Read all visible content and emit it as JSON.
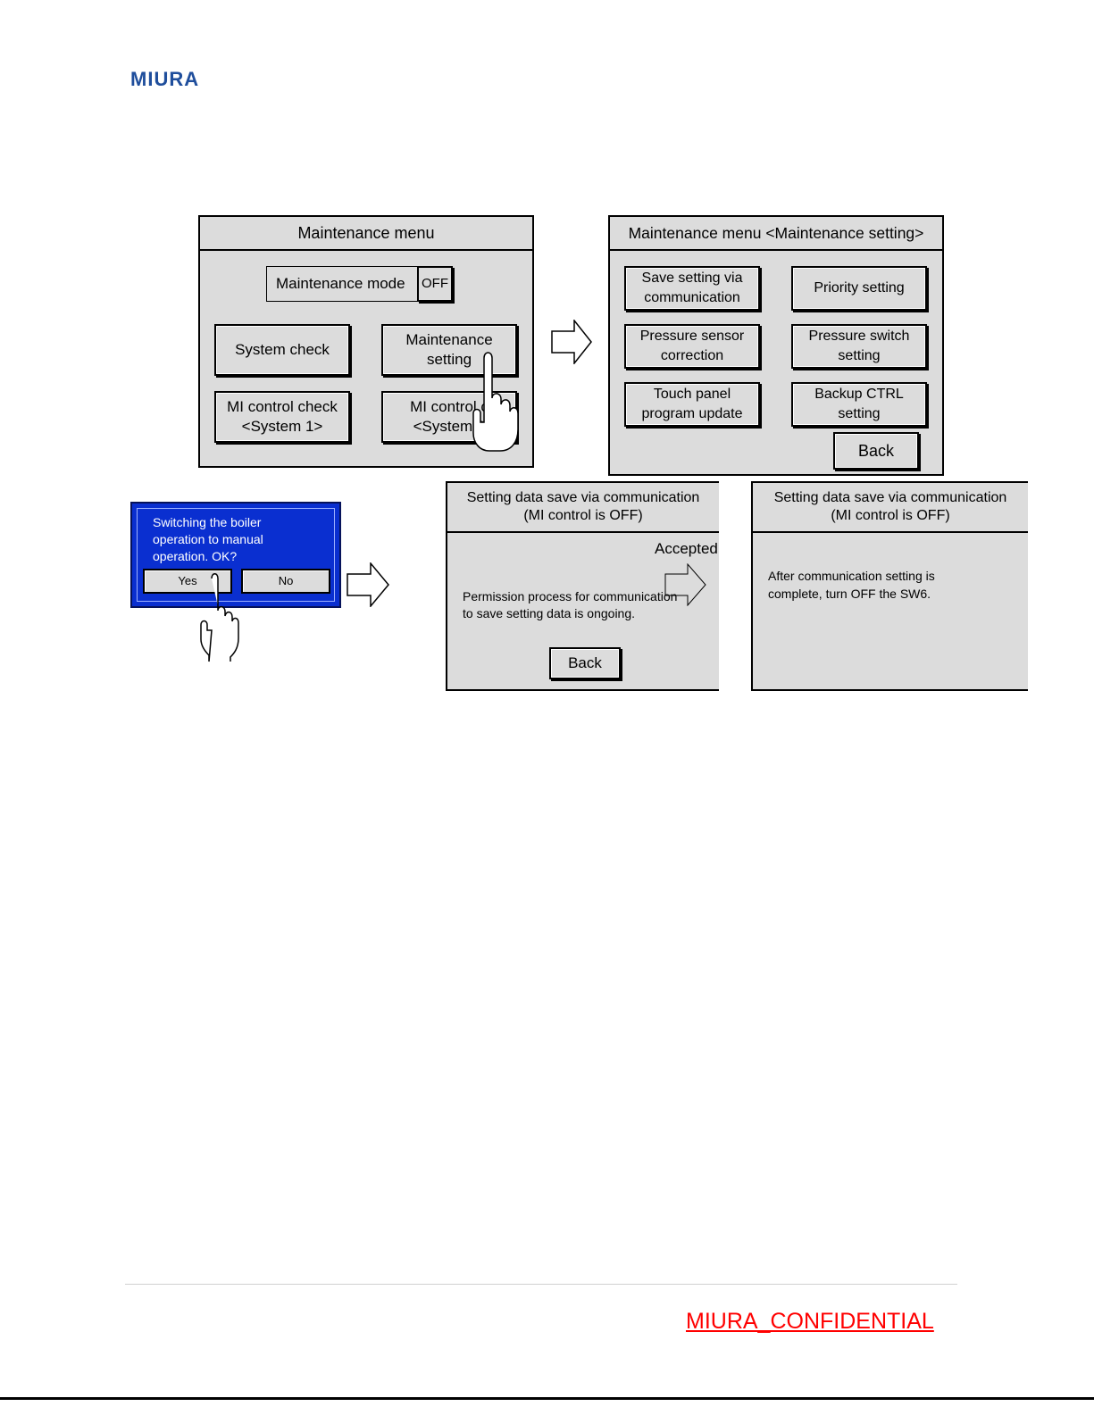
{
  "logo": "MIURA",
  "panel1": {
    "title": "Maintenance menu",
    "mode_label": "Maintenance mode",
    "mode_value": "OFF",
    "buttons": {
      "system_check": "System check",
      "maint_setting_1": "Maintenance",
      "maint_setting_2": "setting",
      "mi1_1": "MI control check",
      "mi1_2": "<System 1>",
      "mi2_1": "MI control c",
      "mi2_2": "<System 2"
    }
  },
  "panel2": {
    "title": "Maintenance menu <Maintenance setting>",
    "buttons": {
      "save_1": "Save setting via",
      "save_2": "communication",
      "priority": "Priority setting",
      "psensor_1": "Pressure sensor",
      "psensor_2": "correction",
      "pswitch_1": "Pressure switch",
      "pswitch_2": "setting",
      "touch_1": "Touch panel",
      "touch_2": "program update",
      "backup_1": "Backup CTRL",
      "backup_2": "setting",
      "back": "Back"
    }
  },
  "dialog": {
    "line1": "Switching the boiler",
    "line2": "operation to manual",
    "line3": "operation. OK?",
    "yes": "Yes",
    "no": "No"
  },
  "panel3": {
    "title_1": "Setting data save via communication",
    "title_2": "(MI control is OFF)",
    "accepted": "Accepted",
    "msg_1": "Permission process for communication",
    "msg_2": "to save setting data is ongoing.",
    "back": "Back"
  },
  "panel4": {
    "title_1": "Setting data save via communication",
    "title_2": "(MI control is OFF)",
    "msg_1": "After communication setting is",
    "msg_2": "complete, turn OFF the SW6."
  },
  "footer": {
    "confidential": "MIURA_CONFIDENTIAL"
  },
  "colors": {
    "brand": "#1f4e9c",
    "dialog_bg": "#0a2fd0",
    "panel_bg": "#dcdcdc",
    "confidential": "#ff0000"
  }
}
